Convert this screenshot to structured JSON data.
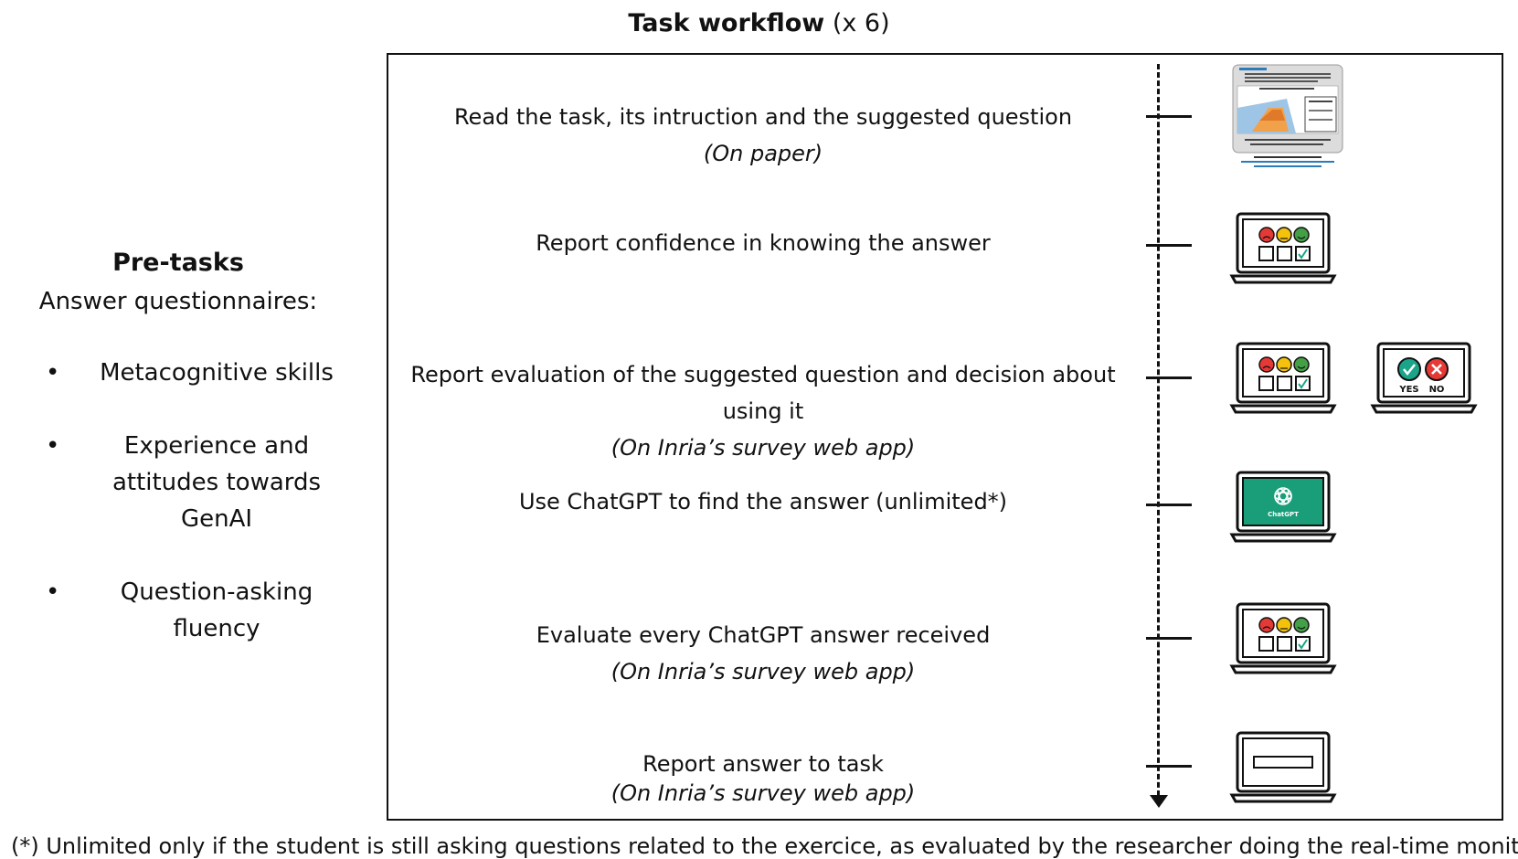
{
  "title": {
    "bold": "Task workflow",
    "rest": " (x 6)"
  },
  "pre_tasks": {
    "title": "Pre-tasks",
    "subtitle": "Answer questionnaires:",
    "items": [
      "Metacognitive skills",
      "Experience and attitudes towards GenAI",
      "Question-asking fluency"
    ],
    "bullet": "•"
  },
  "steps": [
    {
      "main": "Read the task, its intruction and the suggested question",
      "sub": "(On paper)"
    },
    {
      "main": "Report confidence in knowing the answer",
      "sub": ""
    },
    {
      "main": "Report evaluation of the suggested question and decision about using it",
      "sub": "(On Inria’s survey web app)"
    },
    {
      "main": "Use ChatGPT to find the answer (unlimited*)",
      "sub": ""
    },
    {
      "main": "Evaluate every ChatGPT answer received",
      "sub": "(On Inria’s survey web app)"
    },
    {
      "main": "Report answer to task",
      "sub": "(On Inria’s survey web app)"
    }
  ],
  "icons": {
    "paper": "task-sheet-icon",
    "rating": "laptop-rating-icon",
    "yesno": "laptop-yes-no-icon",
    "chatgpt": "laptop-chatgpt-icon",
    "answer": "laptop-answer-field-icon"
  },
  "icon_labels": {
    "yes": "YES",
    "no": "NO",
    "chatgpt": "ChatGPT"
  },
  "colors": {
    "red_face": "#e53935",
    "yellow_face": "#f4c20d",
    "green_face": "#43a047",
    "chatgpt_screen": "#1a9e7a",
    "teal_check": "#1aa589"
  },
  "footnote": "(*) Unlimited only if the student is still asking questions related to the exercice, as evaluated by the researcher doing the real-time monitoring"
}
